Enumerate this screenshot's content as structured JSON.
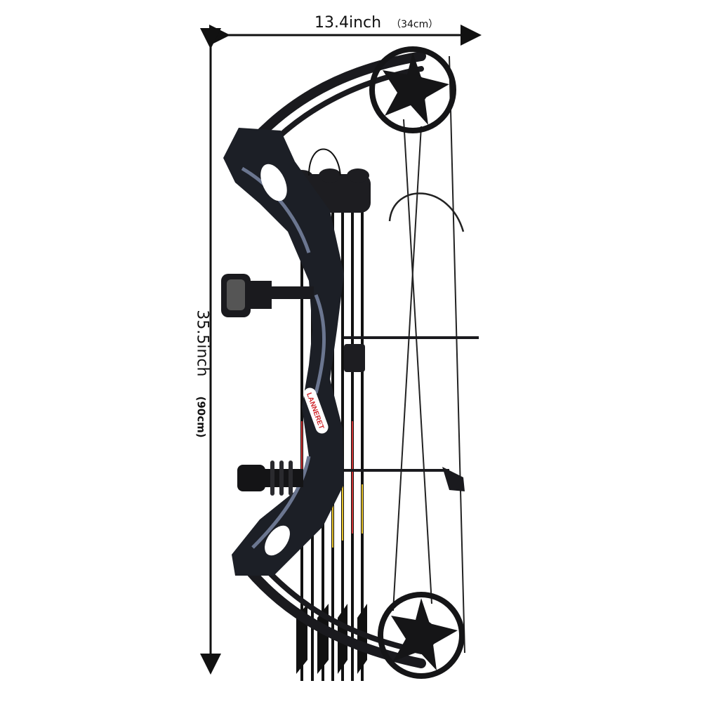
{
  "dimensions": {
    "width_label": "13.4inch",
    "width_metric": "（34cm）",
    "height_label": "35.5inch",
    "height_metric": "(90cm)"
  },
  "product": {
    "brand_logo_text": "LANNERET",
    "colors": {
      "bow": "#1a1a1e",
      "camo": "#5a6478",
      "logo_red": "#d0262b"
    }
  }
}
